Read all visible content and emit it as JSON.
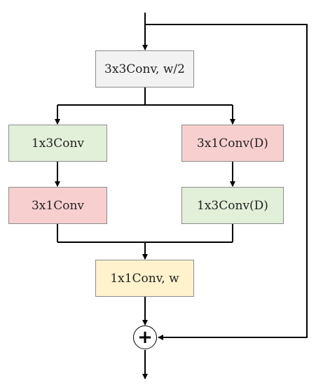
{
  "diagram": {
    "nodes": {
      "top": {
        "label": "3x3Conv, w/2",
        "fill": "#f2f2f2"
      },
      "left1": {
        "label": "1x3Conv",
        "fill": "#e2efd9"
      },
      "right1": {
        "label": "3x1Conv(D)",
        "fill": "#f8cfcf"
      },
      "left2": {
        "label": "3x1Conv",
        "fill": "#f8cfcf"
      },
      "right2": {
        "label": "1x3Conv(D)",
        "fill": "#e2efd9"
      },
      "bottom": {
        "label": "1x1Conv, w",
        "fill": "#fff2cc"
      }
    },
    "sum_node": {
      "symbol": "+"
    },
    "edges": [
      {
        "from": "input",
        "to": "top"
      },
      {
        "from": "top",
        "to": "left1"
      },
      {
        "from": "top",
        "to": "right1"
      },
      {
        "from": "left1",
        "to": "left2"
      },
      {
        "from": "right1",
        "to": "right2"
      },
      {
        "from": "left2",
        "to": "bottom"
      },
      {
        "from": "right2",
        "to": "bottom"
      },
      {
        "from": "bottom",
        "to": "sum"
      },
      {
        "from": "input",
        "to": "sum",
        "kind": "skip"
      },
      {
        "from": "sum",
        "to": "output"
      }
    ]
  }
}
